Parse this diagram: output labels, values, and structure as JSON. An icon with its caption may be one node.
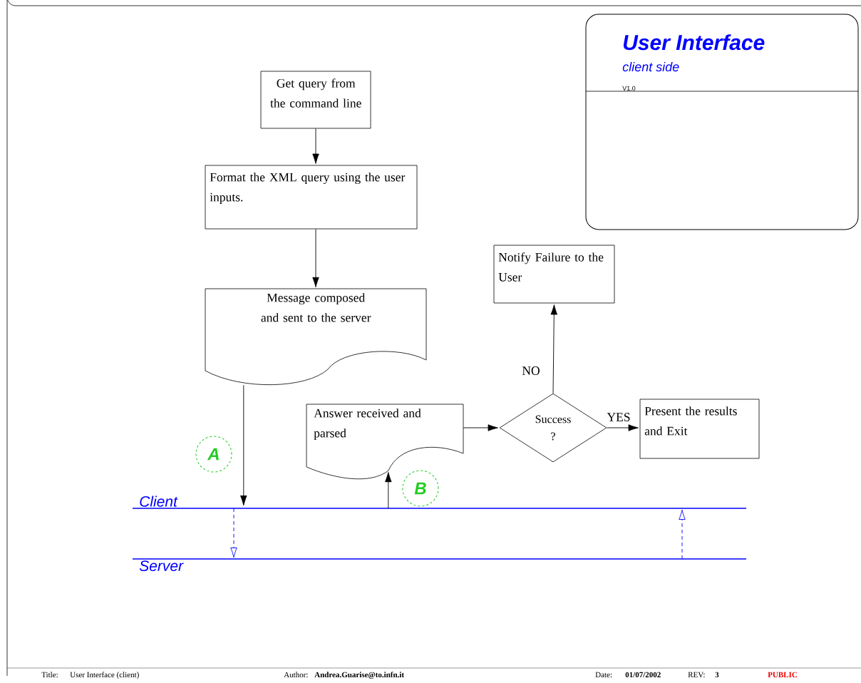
{
  "diagram": {
    "nodes": [
      {
        "text": [
          "User Interface",
          "client side",
          "V1.0"
        ]
      },
      {
        "text": [
          "Get query from the command line"
        ]
      },
      {
        "text": [
          "Format the XML query using the user inputs."
        ]
      },
      {
        "text": [
          "Message composed and sent to the server"
        ]
      },
      {
        "text": [
          "Answer received and parsed"
        ]
      },
      {
        "text": [
          "Success ?"
        ]
      },
      {
        "text": [
          "Notify Failure to the User"
        ]
      },
      {
        "text": [
          "Present the results and Exit"
        ]
      },
      {
        "text": [],
        "shape": "line"
      },
      {
        "text": [],
        "shape": "line"
      },
      {
        "text": [
          "A"
        ]
      },
      {
        "text": [
          "B"
        ]
      }
    ],
    "edges": [
      {
        "from": 1,
        "to": 2,
        "arrow": "to"
      },
      {
        "from": 2,
        "to": 3,
        "arrow": "to"
      },
      {
        "from": 3,
        "to": 8,
        "arrow": "to"
      },
      {
        "from": 8,
        "to": 4,
        "arrow": "to"
      },
      {
        "from": 4,
        "to": 5,
        "arrow": "to"
      },
      {
        "from": 5,
        "to": 6,
        "label": "NO",
        "arrow": "to"
      },
      {
        "from": 5,
        "to": 7,
        "label": "YES",
        "arrow": "to"
      },
      {
        "from": 8,
        "to": 9,
        "arrow": "to",
        "style": "dashed",
        "color": "#0000ff"
      },
      {
        "from": 9,
        "to": 8,
        "arrow": "to",
        "style": "dashed",
        "color": "#0000ff"
      }
    ],
    "labels": [
      "Client",
      "Server",
      "Title:",
      "User Interface (client)",
      "Author:",
      "Andrea.Guarise@to.infn.it",
      "Date:",
      "01/07/2002",
      "REV:",
      "3",
      "PUBLIC"
    ]
  }
}
